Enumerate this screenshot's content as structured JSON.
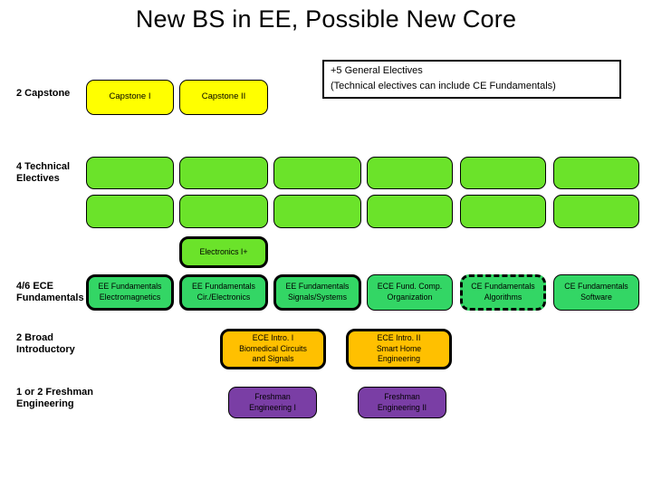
{
  "slide": {
    "title": "New BS in EE, Possible New Core"
  },
  "note": {
    "lines": [
      "+5 General Electives",
      "(Technical electives can include CE Fundamentals)"
    ]
  },
  "capstone": {
    "label": "2 Capstone",
    "boxes": [
      {
        "label": "Capstone I"
      },
      {
        "label": "Capstone II"
      }
    ]
  },
  "technical": {
    "label_lines": [
      "4 Technical",
      "Electives"
    ],
    "empty_box_count": 12
  },
  "electronics": {
    "label": "Electronics I+"
  },
  "fundamentals": {
    "label_lines": [
      "4/6 ECE",
      "Fundamentals"
    ],
    "boxes": [
      {
        "lines": [
          "EE Fundamentals",
          "Electromagnetics"
        ],
        "border": "thick-solid"
      },
      {
        "lines": [
          "EE Fundamentals",
          "Cir./Electronics"
        ],
        "border": "thick-solid"
      },
      {
        "lines": [
          "EE Fundamentals",
          "Signals/Systems"
        ],
        "border": "thick-solid"
      },
      {
        "lines": [
          "ECE Fund. Comp.",
          "Organization"
        ],
        "border": "thin-solid"
      },
      {
        "lines": [
          "CE Fundamentals",
          "Algorithms"
        ],
        "border": "thick-dashed"
      },
      {
        "lines": [
          "CE Fundamentals",
          "Software"
        ],
        "border": "thin-solid"
      }
    ]
  },
  "broad": {
    "label_lines": [
      "2 Broad",
      "Introductory"
    ],
    "boxes": [
      {
        "lines": [
          "ECE Intro. I",
          "Biomedical Circuits",
          "and Signals"
        ]
      },
      {
        "lines": [
          "ECE Intro. II",
          "Smart Home",
          "Engineering"
        ]
      }
    ]
  },
  "freshman": {
    "label_lines": [
      "1 or 2 Freshman",
      "Engineering"
    ],
    "boxes": [
      {
        "lines": [
          "Freshman",
          "Engineering I"
        ]
      },
      {
        "lines": [
          "Freshman",
          "Engineering II"
        ]
      }
    ]
  },
  "colors": {
    "background": "#FFFFFF",
    "title_text": "#000000",
    "capstone_yellow": "#FFFF00",
    "elective_green": "#6BE32A",
    "fundamentals_green": "#33D665",
    "intro_orange": "#FFC000",
    "freshman_purple": "#7A3EA5",
    "border_black": "#000000"
  }
}
